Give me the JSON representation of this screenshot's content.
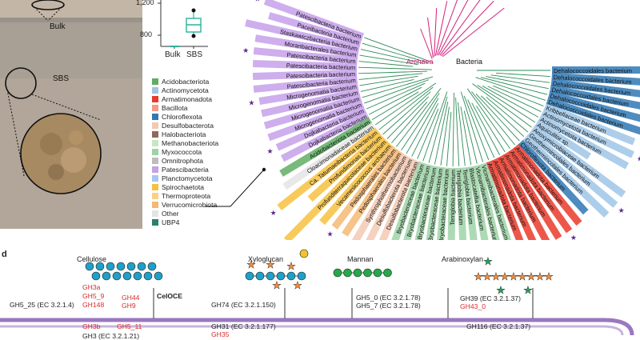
{
  "photo": {
    "bulk_label": "Bulk",
    "sbs_label": "SBS"
  },
  "boxplot": {
    "ytick_1200": "1,200",
    "ytick_800": "800",
    "x_bulk": "Bulk",
    "x_sbs": "SBS",
    "box_color": "#2bb39a"
  },
  "tree": {
    "archaea_label": "Archaea",
    "bacteria_label": "Bacteria",
    "archaea_color": "#d4217a",
    "star_color": "#5a2d8f",
    "leaves": [
      {
        "text": "Patescibacteria bacterium",
        "group": "Patescibacteria",
        "side": "L"
      },
      {
        "text": "Paceibacteria bacterium",
        "group": "Patescibacteria",
        "side": "L"
      },
      {
        "text": "Staskawiczbacteria bacterium",
        "group": "Patescibacteria",
        "side": "L"
      },
      {
        "text": "Moranbacterales bacterium",
        "group": "Patescibacteria",
        "side": "L"
      },
      {
        "text": "Patescibacteria bacterium",
        "group": "Patescibacteria",
        "side": "L"
      },
      {
        "text": "Patescibacteria bacterium",
        "group": "Patescibacteria",
        "side": "L"
      },
      {
        "text": "Patescibacteria bacterium",
        "group": "Patescibacteria",
        "side": "L"
      },
      {
        "text": "Patescibacteria bacterium",
        "group": "Patescibacteria",
        "side": "L"
      },
      {
        "text": "Microgenomatia bacterium",
        "group": "Patescibacteria",
        "side": "L"
      },
      {
        "text": "Microgenomatia bacterium",
        "group": "Patescibacteria",
        "side": "L"
      },
      {
        "text": "Microgenomatia bacterium",
        "group": "Patescibacteria",
        "side": "L"
      },
      {
        "text": "Microgenomatia bacterium",
        "group": "Patescibacteria",
        "side": "L"
      },
      {
        "text": "Dojkabacteria bacterium",
        "group": "Patescibacteria",
        "side": "L"
      },
      {
        "text": "Dojkabacteria bacterium",
        "group": "Patescibacteria",
        "side": "L"
      },
      {
        "text": "Acidobacteriota bacterium",
        "group": "Acidobacteriota",
        "side": "L"
      },
      {
        "text": "Cloacimonadaceae bacterium",
        "group": "Other",
        "side": "L"
      },
      {
        "text": "Ca. Tatumaeibacteria bacterium",
        "group": "Spirochaetota",
        "side": "L"
      },
      {
        "text": "Profundimonas bacterium",
        "group": "Spirochaetota",
        "side": "L"
      },
      {
        "text": "Profunditerraquicolaceae bacterium",
        "group": "Spirochaetota",
        "side": "L"
      },
      {
        "text": "Vecamesicococcus archaeum",
        "group": "Spirochaetota",
        "side": "L"
      },
      {
        "text": "Pedosphaerales bacterium",
        "group": "Verrucomicrobiota",
        "side": "L"
      },
      {
        "text": "Pedosphaerales bacterium",
        "group": "Verrucomicrobiota",
        "side": "L"
      },
      {
        "text": "Synthrophothermobacterium",
        "group": "Desulfobacterota",
        "side": "B"
      },
      {
        "text": "Desulfobacterota bacterium",
        "group": "Desulfobacterota",
        "side": "B"
      },
      {
        "text": "Desulfobacterota bacterium",
        "group": "Desulfobacterota",
        "side": "B"
      },
      {
        "text": "Bryobacteraceae bacterium",
        "group": "Myxococcota",
        "side": "B"
      },
      {
        "text": "Bryobacteraceae bacterium",
        "group": "Myxococcota",
        "side": "B"
      },
      {
        "text": "Bryobacteraceae bacterium",
        "group": "Myxococcota",
        "side": "B"
      },
      {
        "text": "Bryobacteraceae bacterium",
        "group": "Myxococcota",
        "side": "B"
      },
      {
        "text": "Bryobacteraceae bacterium",
        "group": "Myxococcota",
        "side": "B"
      },
      {
        "text": "Terriglobia bacterium",
        "group": "Myxococcota",
        "side": "B"
      },
      {
        "text": "Terriglobia bacterium",
        "group": "Myxococcota",
        "side": "B"
      },
      {
        "text": "Terriglobia bacterium",
        "group": "Myxococcota",
        "side": "B"
      },
      {
        "text": "Blastocatellia bacterium",
        "group": "Myxococcota",
        "side": "B"
      },
      {
        "text": "Vicinamibacterales bacterium",
        "group": "Myxococcota",
        "side": "B"
      },
      {
        "text": "Vicinamibacterales bacterium",
        "group": "Myxococcota",
        "side": "B"
      },
      {
        "text": "Armatimonadota bacterium",
        "group": "Armatimonadota",
        "side": "B"
      },
      {
        "text": "Armatimonadota bacterium",
        "group": "Armatimonadota",
        "side": "B"
      },
      {
        "text": "Armatimonadota bacterium",
        "group": "Armatimonadota",
        "side": "B"
      },
      {
        "text": "Armatimonadota bacterium",
        "group": "Armatimonadota",
        "side": "B"
      },
      {
        "text": "Armatimonadota bacterium",
        "group": "Armatimonadota",
        "side": "B"
      },
      {
        "text": "Armatimonadota bacterium",
        "group": "Armatimonadota",
        "side": "B"
      },
      {
        "text": "Chloroflexota bacterium",
        "group": "Chloroflexota",
        "side": "R"
      },
      {
        "text": "Geothermincolales bacterium",
        "group": "Actinomycetota",
        "side": "R"
      },
      {
        "text": "Geothermincolales bacterium",
        "group": "Actinomycetota",
        "side": "R"
      },
      {
        "text": "Anoxymicrobiaceae bacterium",
        "group": "Actinomycetota",
        "side": "R"
      },
      {
        "text": "Aquiculitor sp.",
        "group": "Actinomycetota",
        "side": "R"
      },
      {
        "text": "Actinomycetota bacterium",
        "group": "Actinomycetota",
        "side": "R"
      },
      {
        "text": "Actinomycetota bacterium",
        "group": "Actinomycetota",
        "side": "R"
      },
      {
        "text": "Kribbellaceae bacterium",
        "group": "Actinomycetota",
        "side": "R"
      },
      {
        "text": "Dehalococcoidales bacterium",
        "group": "Chloroflexota",
        "side": "R"
      },
      {
        "text": "Dehalococcoidales bacterium",
        "group": "Chloroflexota",
        "side": "R"
      },
      {
        "text": "Dehalococcoidales bacterium",
        "group": "Chloroflexota",
        "side": "R"
      },
      {
        "text": "Dehalococcoidales bacterium",
        "group": "Chloroflexota",
        "side": "R"
      },
      {
        "text": "Dehalococcoidales bacterium",
        "group": "Chloroflexota",
        "side": "R"
      },
      {
        "text": "Dehalococcoidales bacterium",
        "group": "Chloroflexota",
        "side": "R"
      }
    ]
  },
  "legend": {
    "items": [
      {
        "label": "Acidobacteriota",
        "color": "#5fae64"
      },
      {
        "label": "Actinomycetota",
        "color": "#9fc5e6"
      },
      {
        "label": "Armatimonadota",
        "color": "#ea3a2a"
      },
      {
        "label": "Bacillota",
        "color": "#f39b87"
      },
      {
        "label": "Chloroflexota",
        "color": "#2f78b5"
      },
      {
        "label": "Desulfobacterota",
        "color": "#f3c9b3"
      },
      {
        "label": "Halobacteriota",
        "color": "#8e6a5a"
      },
      {
        "label": "Methanobacteriota",
        "color": "#c6e7c6"
      },
      {
        "label": "Myxococcota",
        "color": "#9ed3a7"
      },
      {
        "label": "Omnitrophota",
        "color": "#bdbdbd"
      },
      {
        "label": "Patescibacteria",
        "color": "#c6a0ea"
      },
      {
        "label": "Planctomycetota",
        "color": "#a9c6ec"
      },
      {
        "label": "Spirochaetota",
        "color": "#f7c13e"
      },
      {
        "label": "Thermoproteota",
        "color": "#f9d08a"
      },
      {
        "label": "Verrucomicrobiota",
        "color": "#f4b974"
      },
      {
        "label": "Other",
        "color": "#e4e4e4"
      },
      {
        "label": "UBP4",
        "color": "#2a7f6b"
      }
    ]
  },
  "panel_d": {
    "panel_letter": "d",
    "substrates": {
      "cellulose": "Cellulose",
      "xyloglucan": "Xyloglucan",
      "mannan": "Mannan",
      "arabinoxylan": "Arabinoxylan"
    },
    "celloce": "CelOCE",
    "enzymes": {
      "gh3a": "GH3a",
      "gh5_9": "GH5_9",
      "gh44": "GH44",
      "gh148": "GH148",
      "gh9": "GH9",
      "gh5_25": "GH5_25 (EC 3.2.1.4)",
      "gh74": "GH74 (EC 3.2.1.150)",
      "gh5_0": "GH5_0 (EC 3.2.1.78)",
      "gh5_7": "GH5_7 (EC 3.2.1.78)",
      "gh39": "GH39 (EC 3.2.1.37)",
      "gh43_0": "GH43_0",
      "gh3b": "GH3b",
      "gh5_11": "GH5_11",
      "gh31": "GH31 (EC 3.2.1.177)",
      "gh35": "GH35",
      "gh116": "GH116 (EC 3.2.1.37)",
      "gh3_ec": "GH3 (EC 3.2.1.21)"
    },
    "membrane_color": "#9a78c0",
    "glucose_color": "#1ea0c8",
    "xylose_color": "#f08c3c",
    "mannose_color": "#26a84a",
    "arabinose_color": "#1fa35a",
    "galactose_color": "#f4c430"
  }
}
